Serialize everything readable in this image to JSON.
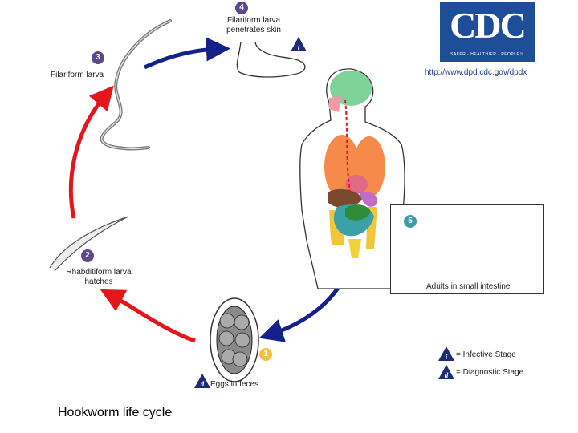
{
  "stages": [
    {
      "number": "1",
      "label": "",
      "color": "#f2c23a"
    },
    {
      "number": "2",
      "label_line1": "Rhabditiform larva",
      "label_line2": "hatches",
      "color": "#5b4a8b"
    },
    {
      "number": "3",
      "label": "Filariform larva",
      "color": "#5b4a8b"
    },
    {
      "number": "4",
      "label_line1": "Filariform larva",
      "label_line2": "penetrates skin",
      "color": "#5b4a8b"
    },
    {
      "number": "5",
      "label": "Adults in small intestine",
      "color": "#3a9aa8"
    }
  ],
  "eggs_label": "Eggs in feces",
  "infective_symbol": "i",
  "diagnostic_symbol": "d",
  "legend": {
    "infective": "= Infective Stage",
    "diagnostic": "= Diagnostic Stage"
  },
  "logo": {
    "letters": "CDC",
    "tagline": "SAFER · HEALTHIER · PEOPLE™"
  },
  "url": "http://www.dpd.cdc.gov/dpdx",
  "caption": "Hookworm life cycle",
  "colors": {
    "red_arrow": "#e3161c",
    "blue_arrow": "#14218a",
    "badge_purple": "#5b4a8b",
    "badge_yellow": "#f2c23a",
    "badge_teal": "#3a9aa8",
    "triangle_navy": "#1c2a78",
    "cdc_blue": "#1f4e99"
  }
}
